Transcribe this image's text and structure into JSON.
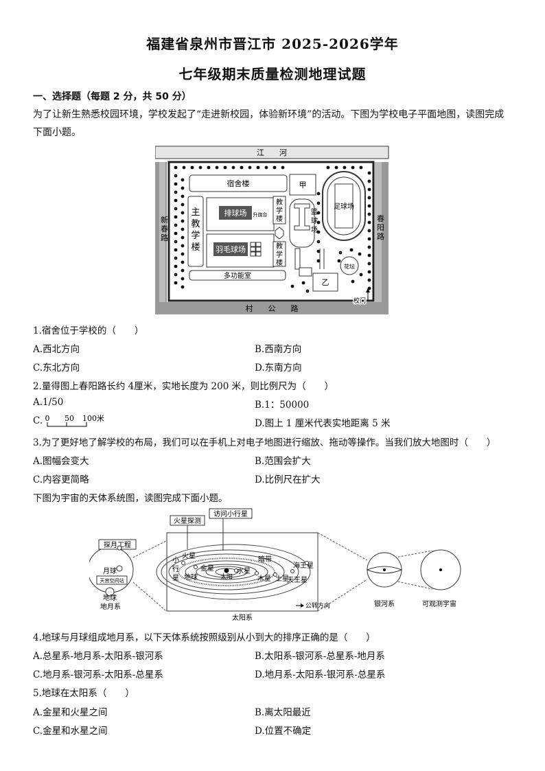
{
  "title_line1": "福建省泉州市晋江市 2025-2026学年",
  "title_line2": "七年级期末质量检测地理试题",
  "section1": "一、选择题（每题 2 分，共 50 分）",
  "intro1_line1": "为了让新生熟悉校园环境，学校发起了“走进新校园，体验新环境”的活动。下图为学校电子平面地图，读图完成",
  "intro1_line2": "下面小题。",
  "campus_map": {
    "river": "江　　河",
    "village_road": "村　　公　　路",
    "xinchun_road": [
      "新",
      "春",
      "路"
    ],
    "chunyang_road": [
      "春",
      "阳",
      "路"
    ],
    "dormitory": "宿舍楼",
    "main_building": [
      "主",
      "教",
      "学",
      "楼"
    ],
    "volleyball": "排球场",
    "flag_platform": "升旗台",
    "badminton": "羽毛球场",
    "teaching_bldg": [
      "教",
      "学",
      "楼"
    ],
    "basketball": [
      "篮",
      "球",
      "场"
    ],
    "jia": "甲",
    "yi": "乙",
    "football": "足球场",
    "flower_bed": "花坛",
    "multi_room": "多功能室",
    "gate": "校门"
  },
  "q1": {
    "stem": "1.宿舍位于学校的（　　）",
    "a": "A.西北方向",
    "b": "B.西南方向",
    "c": "C.东北方向",
    "d": "D.东南方向"
  },
  "q2": {
    "stem": "2.量得图上春阳路长约 4厘米，实地长度为 200 米，则比例尺为（　　）",
    "a": "A.1/50",
    "b": "B.1：50000",
    "c_prefix": "C.",
    "c_scale": [
      "0",
      "50",
      "100米"
    ],
    "d": "D.图上 1 厘米代表实地距离 5 米"
  },
  "q3": {
    "stem": "3.为了更好地了解学校的布局，我们可以在手机上对电子地图进行缩放、拖动等操作。当我们放大地图时（　　）",
    "a": "A.图幅会变大",
    "b": "B.范围会扩大",
    "c": "C.内容更简略",
    "d": "D.比例尺在扩大"
  },
  "intro2": "下图为宇宙的天体系统图，读图完成下面小题。",
  "universe_fig": {
    "lunar_probe": "探月工程",
    "moon": "月球",
    "tiangong": "天宫空间站",
    "earth": "地球",
    "earth_moon_system": "地月系",
    "mars_probe": "火星探测",
    "asteroid_visit": "访问小行星",
    "asteroid_belt_small": [
      "小",
      "行",
      "星"
    ],
    "mars": "火星",
    "venus": "金星",
    "earth_planet": "地球",
    "sun": "太阳",
    "mercury": "水星",
    "dark_belt": "暗带",
    "neptune": "海王星",
    "jupiter": "木星",
    "saturn": "土星",
    "uranus": "天王星",
    "revolution": "公转方向",
    "solar_system": "太阳系",
    "galaxy": "银河系",
    "observable_universe": "可观测宇宙"
  },
  "q4": {
    "stem": "4.地球与月球组成地月系，以下天体系统按照级别从小到大的排序正确的是（　　）",
    "a": "A.总星系-地月系-太阳系-银河系",
    "b": "B.太阳系-银河系-总星系-地月系",
    "c": "C.地月系-银河系-太阳系-总星系",
    "d": "D.地月系-太阳系-银河系-总星系"
  },
  "q5": {
    "stem": "5.地球在太阳系（　　）",
    "a": "A.金星和火星之间",
    "b": "B.离太阳最近",
    "c": "C.金星和水星之间",
    "d": "D.位置不确定"
  }
}
